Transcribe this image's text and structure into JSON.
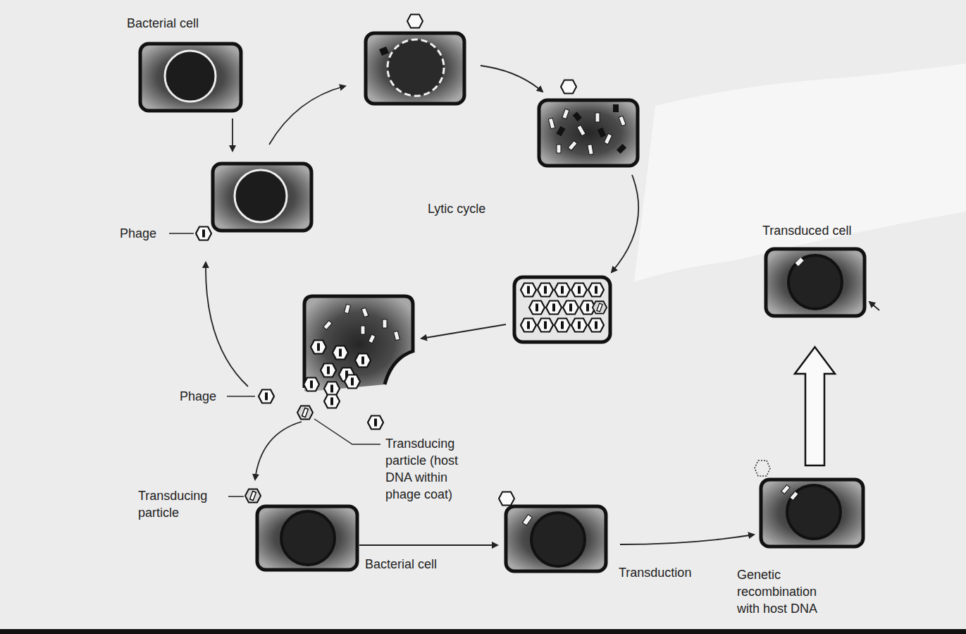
{
  "diagram": {
    "labels": [
      "Bacterial cell",
      "Lytic cycle",
      "Phage",
      "Transduced cell",
      "Phage",
      "Transducing particle (host DNA within phage coat)",
      "Transducing particle",
      "Bacterial cell",
      "Transduction",
      "Genetic recombination with host DNA"
    ]
  }
}
